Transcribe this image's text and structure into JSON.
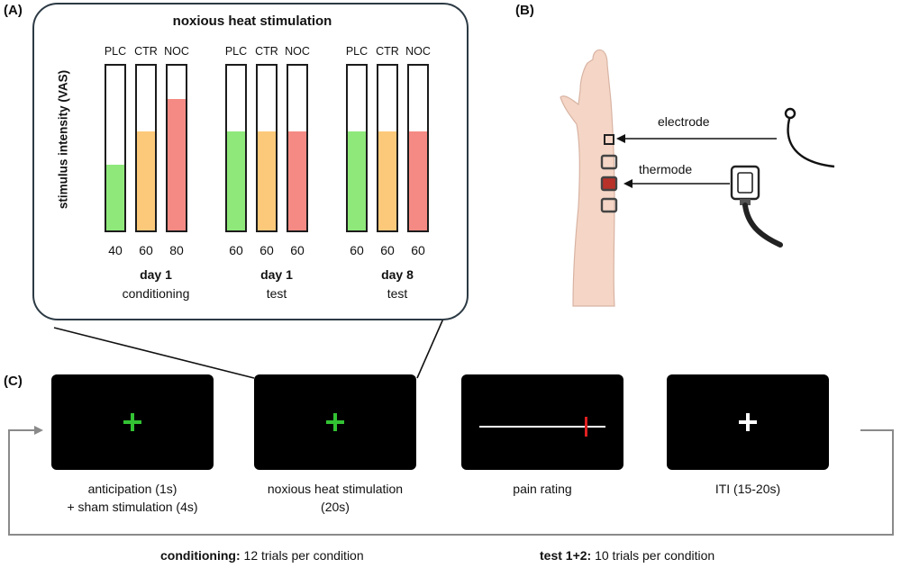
{
  "panels": {
    "a": "(A)",
    "b": "(B)",
    "c": "(C)"
  },
  "panel_a": {
    "title": "noxious heat stimulation",
    "y_label": "stimulus intensity (VAS)",
    "colors": {
      "PLC": "#8fe87a",
      "CTR": "#fcc97a",
      "NOC": "#f58a84"
    },
    "groups": [
      {
        "day": "day 1",
        "phase": "conditioning",
        "conditions": [
          {
            "name": "PLC",
            "value": 40
          },
          {
            "name": "CTR",
            "value": 60
          },
          {
            "name": "NOC",
            "value": 80
          }
        ]
      },
      {
        "day": "day 1",
        "phase": "test",
        "conditions": [
          {
            "name": "PLC",
            "value": 60
          },
          {
            "name": "CTR",
            "value": 60
          },
          {
            "name": "NOC",
            "value": 60
          }
        ]
      },
      {
        "day": "day 8",
        "phase": "test",
        "conditions": [
          {
            "name": "PLC",
            "value": 60
          },
          {
            "name": "CTR",
            "value": 60
          },
          {
            "name": "NOC",
            "value": 60
          }
        ]
      }
    ]
  },
  "panel_b": {
    "electrode_label": "electrode",
    "thermode_label": "thermode"
  },
  "panel_c": {
    "screens": [
      {
        "symbol": "plus",
        "symbol_color": "#33c233",
        "label_line1": "anticipation (1s)",
        "label_line2": "+ sham stimulation (4s)"
      },
      {
        "symbol": "plus",
        "symbol_color": "#33c233",
        "label_line1": "noxious heat stimulation",
        "label_line2": "(20s)"
      },
      {
        "symbol": "rating-scale",
        "symbol_color": "#e02020",
        "label_line1": "pain rating",
        "label_line2": ""
      },
      {
        "symbol": "plus",
        "symbol_color": "#ffffff",
        "label_line1": "ITI (15-20s)",
        "label_line2": ""
      }
    ],
    "footer": {
      "conditioning_bold": "conditioning:",
      "conditioning_text": " 12 trials per condition",
      "test_bold": "test 1+2:",
      "test_text": " 10 trials per condition"
    }
  }
}
